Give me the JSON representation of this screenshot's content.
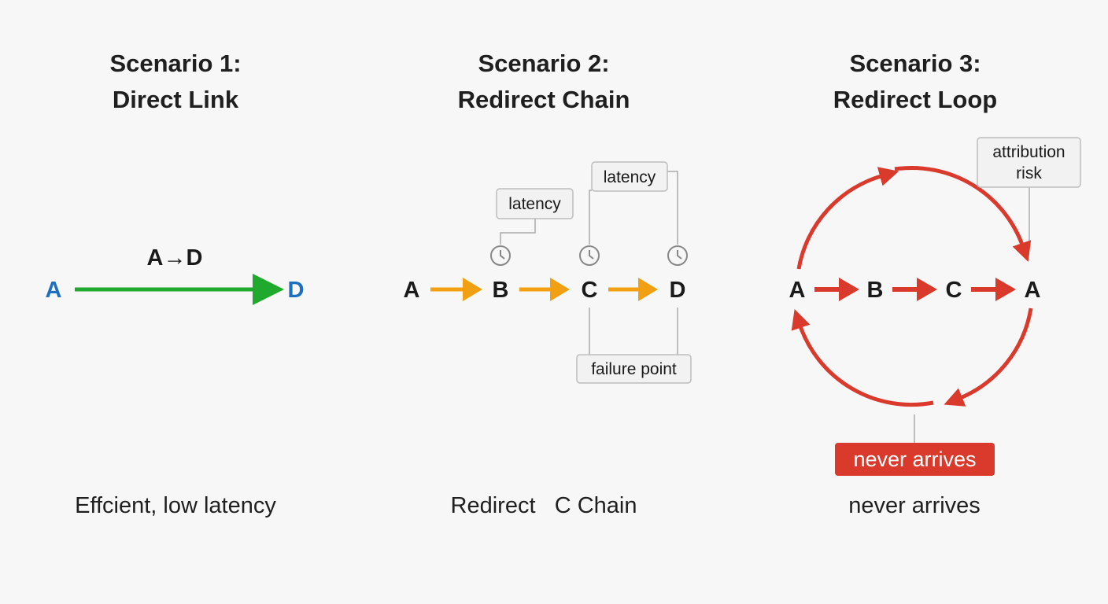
{
  "scenarios": [
    {
      "title_line1": "Scenario 1:",
      "title_line2": "Direct Link",
      "caption": "Effcient, low latency",
      "start_node": "A",
      "end_node": "D",
      "arrow_label": "A→D"
    },
    {
      "title_line1": "Scenario 2:",
      "title_line2": "Redirect Chain",
      "caption": "Redirect   C Chain",
      "nodes": [
        "A",
        "B",
        "C",
        "D"
      ],
      "callouts": {
        "latency_1": "latency",
        "latency_2": "latency",
        "failure": "failure point"
      }
    },
    {
      "title_line1": "Scenario 3:",
      "title_line2": "Redirect Loop",
      "caption": "never arrives",
      "nodes": [
        "A",
        "B",
        "C",
        "A"
      ],
      "callouts": {
        "attribution_line1": "attribution",
        "attribution_line2": "risk",
        "never_arrives": "never arrives"
      }
    }
  ],
  "colors": {
    "direct": "#1faa2e",
    "chain": "#f0a010",
    "loop": "#d93a2c",
    "node_blue": "#1e6fbf",
    "node_dark": "#1a1a1a",
    "callout_border": "#bdbdbd",
    "callout_fill": "#f2f2f2",
    "clock": "#888888"
  }
}
